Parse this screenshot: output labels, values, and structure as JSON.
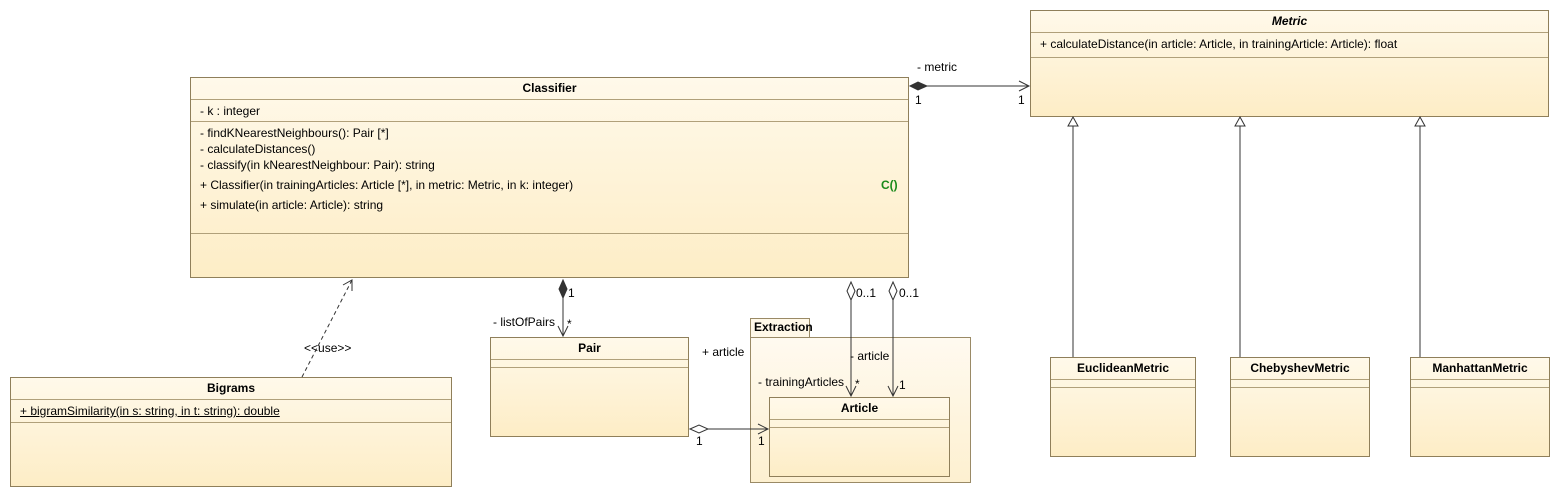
{
  "classes": {
    "metric": {
      "name": "Metric",
      "operations": [
        "+ calculateDistance(in article: Article, in trainingArticle: Article): float"
      ]
    },
    "classifier": {
      "name": "Classifier",
      "attributes": [
        "- k : integer"
      ],
      "operations": [
        "- findKNearestNeighbours(): Pair [*]",
        "- calculateDistances()",
        "- classify(in kNearestNeighbour: Pair): string",
        "+ Classifier(in trainingArticles: Article [*], in metric: Metric, in k: integer)",
        "+ simulate(in article: Article): string"
      ],
      "constructor_marker": "C()"
    },
    "bigrams": {
      "name": "Bigrams",
      "operations": [
        "+ bigramSimilarity(in s: string, in t: string): double"
      ]
    },
    "pair": {
      "name": "Pair"
    },
    "article": {
      "name": "Article"
    },
    "euclidean": {
      "name": "EuclideanMetric"
    },
    "chebyshev": {
      "name": "ChebyshevMetric"
    },
    "manhattan": {
      "name": "ManhattanMetric"
    }
  },
  "package": {
    "name": "Extraction"
  },
  "labels": {
    "metric_role": "- metric",
    "metric_mult_src": "1",
    "metric_mult_dst": "1",
    "list_of_pairs": "- listOfPairs",
    "pairs_mult_src": "1",
    "pairs_mult_dst": "*",
    "use_stereotype": "<<use>>",
    "plus_article": "+ article",
    "minus_article": "- article",
    "training_articles": "- trainingArticles",
    "ta_mult_src": "0..1",
    "ta_mult_dst": "*",
    "art_mult_src": "0..1",
    "art_mult_dst": "1",
    "pair_mult_src": "1",
    "pair_mult_dst": "1"
  }
}
